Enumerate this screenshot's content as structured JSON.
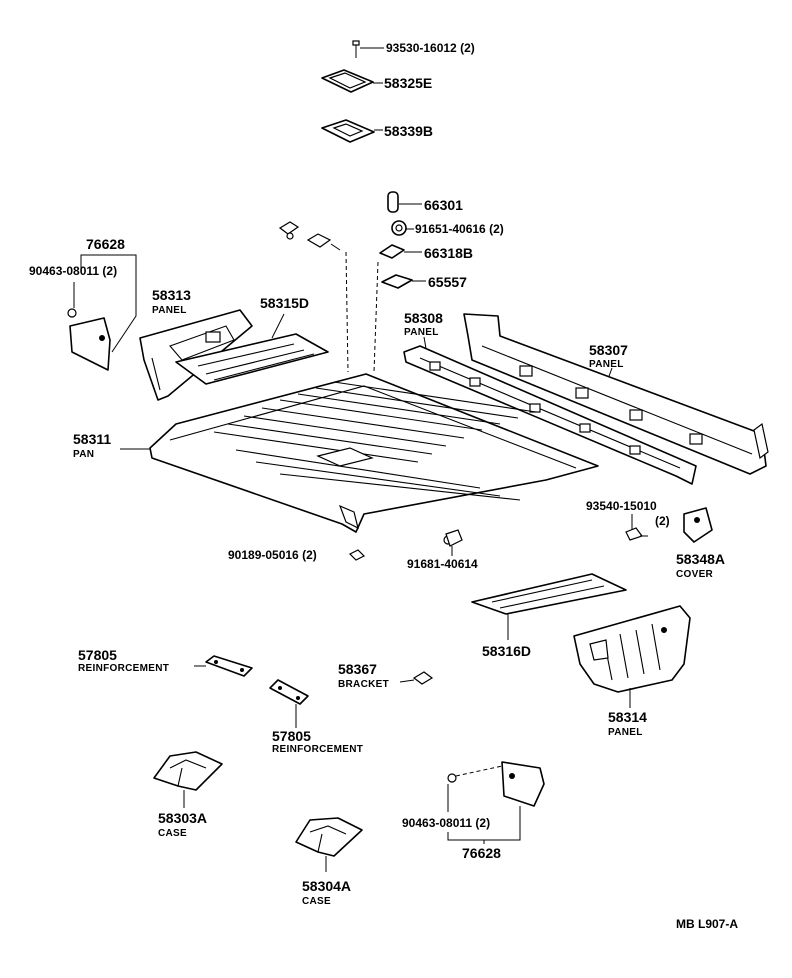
{
  "diagram_code": "MB L907-A",
  "parts": [
    {
      "id": "93530",
      "number": "93530-16012 (2)"
    },
    {
      "id": "58325E",
      "number": "58325E"
    },
    {
      "id": "58339B",
      "number": "58339B"
    },
    {
      "id": "66301",
      "number": "66301"
    },
    {
      "id": "91651",
      "number": "91651-40616 (2)"
    },
    {
      "id": "66318B",
      "number": "66318B"
    },
    {
      "id": "65557",
      "number": "65557"
    },
    {
      "id": "76628a",
      "number": "76628"
    },
    {
      "id": "90463a",
      "number": "90463-08011 (2)"
    },
    {
      "id": "58313",
      "number": "58313",
      "name": "PANEL"
    },
    {
      "id": "58315D",
      "number": "58315D"
    },
    {
      "id": "58308",
      "number": "58308",
      "name": "PANEL"
    },
    {
      "id": "58307",
      "number": "58307",
      "name": "PANEL"
    },
    {
      "id": "58311",
      "number": "58311",
      "name": "PAN"
    },
    {
      "id": "93540",
      "number": "93540-15010",
      "qty": "(2)"
    },
    {
      "id": "58348A",
      "number": "58348A",
      "name": "COVER"
    },
    {
      "id": "90189",
      "number": "90189-05016 (2)"
    },
    {
      "id": "91681",
      "number": "91681-40614"
    },
    {
      "id": "58316D",
      "number": "58316D"
    },
    {
      "id": "57805a",
      "number": "57805",
      "name": "REINFORCEMENT"
    },
    {
      "id": "58367",
      "number": "58367",
      "name": "BRACKET"
    },
    {
      "id": "57805b",
      "number": "57805",
      "name": "REINFORCEMENT"
    },
    {
      "id": "58314",
      "number": "58314",
      "name": "PANEL"
    },
    {
      "id": "58303A",
      "number": "58303A",
      "name": "CASE"
    },
    {
      "id": "90463b",
      "number": "90463-08011 (2)"
    },
    {
      "id": "76628b",
      "number": "76628"
    },
    {
      "id": "58304A",
      "number": "58304A",
      "name": "CASE"
    }
  ]
}
